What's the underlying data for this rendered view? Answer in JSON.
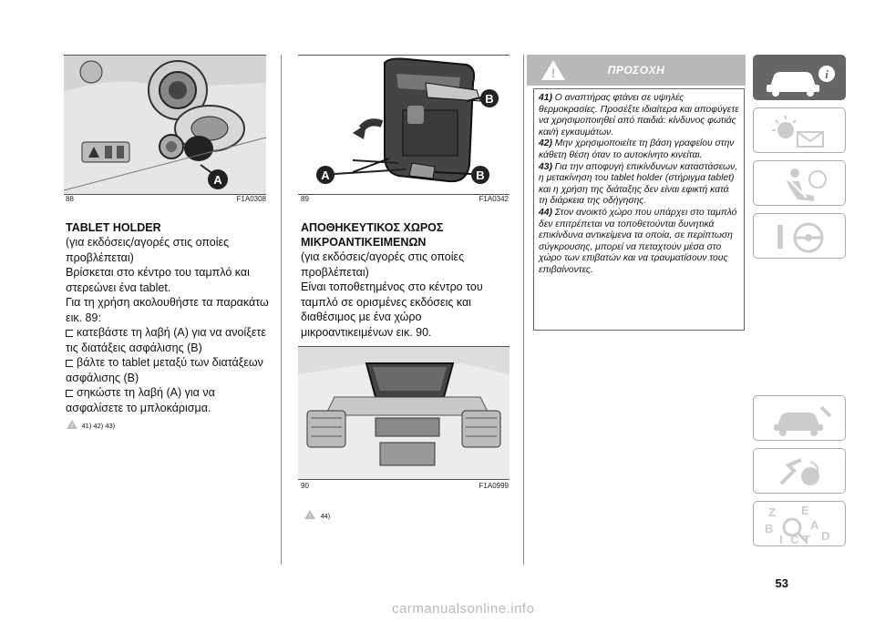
{
  "figures": [
    {
      "number": "88",
      "code": "F1A0308",
      "labels": [
        "A"
      ]
    },
    {
      "number": "89",
      "code": "F1A0342",
      "labels": [
        "B",
        "A",
        "B"
      ]
    },
    {
      "number": "90",
      "code": "F1A0999"
    }
  ],
  "col1": {
    "heading": "TABLET HOLDER",
    "subtitle": "(για εκδόσεις/αγορές στις οποίες προβλέπεται)",
    "para1": "Βρίσκεται στο κέντρο του ταμπλό και στερεώνει ένα tablet.",
    "para2": "Για τη χρήση ακολουθήστε τα παρακάτω εικ. 89:",
    "steps": [
      "κατεβάστε τη λαβή (A) για να ανοίξετε τις διατάξεις ασφάλισης (B)",
      "βάλτε το tablet μεταξύ των διατάξεων ασφάλισης (B)",
      "σηκώστε τη λαβή (A) για να ασφαλίσετε το μπλοκάρισμα."
    ],
    "refs": "41) 42) 43)"
  },
  "col2": {
    "heading1": "ΑΠΟΘΗΚΕΥΤΙΚΟΣ ΧΩΡΟΣ",
    "heading2": "ΜΙΚΡΟΑΝΤΙΚΕΙΜΕΝΩΝ",
    "subtitle": "(για εκδόσεις/αγορές στις οποίες προβλέπεται)",
    "para": "Είναι τοποθετημένος στο κέντρο του ταμπλό σε ορισμένες εκδόσεις και διαθέσιμος με ένα χώρο μικροαντικειμένων εικ. 90.",
    "refs": "44)"
  },
  "warning": {
    "title": "ΠΡΟΣΟΧΗ",
    "items": [
      {
        "num": "41)",
        "text": "Ο αναπτήρας φτάνει σε υψηλές θερμοκρασίες. Προσέξτε ιδιαίτερα και αποφύγετε να χρησιμοποιηθεί από παιδιά: κίνδυνος φωτιάς και/ή εγκαυμάτων."
      },
      {
        "num": "42)",
        "text": "Μην χρησιμοποιείτε τη βάση γραφείου στην κάθετη θέση όταν το αυτοκίνητο κινείται."
      },
      {
        "num": "43)",
        "text": "Για την αποφυγή επικίνδυνων καταστάσεων, η μετακίνηση του tablet holder (στήριγμα tablet) και η χρήση της διάταξης δεν είναι εφικτή κατά τη διάρκεια της οδήγησης."
      },
      {
        "num": "44)",
        "text": "Στον ανοικτό χώρο που υπάρχει στο ταμπλό δεν επιτρέπεται να τοποθετούνται δυνητικά επικίνδυνα αντικείμενα τα οποία, σε περίπτωση σύγκρουσης, μπορεί να πεταχτούν μέσα στο χώρο των επιβατών και να τραυματίσουν τους επιβαίνοντες."
      }
    ]
  },
  "sidebar_tabs": [
    "car-info-icon",
    "warning-lights-icon",
    "airbag-seatbelt-icon",
    "steering-wheel-icon",
    "car-service-icon",
    "multimedia-icon",
    "alphabetical-index-icon"
  ],
  "index_letters": [
    "Z",
    "E",
    "B",
    "A",
    "I",
    "C",
    "T",
    "D"
  ],
  "page_number": "53",
  "watermark": "carmanualsonline.info"
}
